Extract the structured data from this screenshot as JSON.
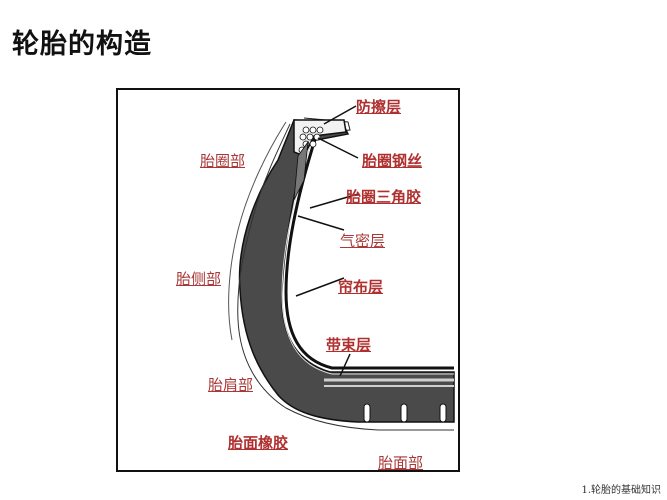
{
  "page": {
    "title": "轮胎的构造",
    "footer": "1.轮胎的基础知识"
  },
  "labels": {
    "abrasion_layer": "防擦层",
    "bead_area": "胎圈部",
    "bead_wire": "胎圈钢丝",
    "bead_apex": "胎圈三角胶",
    "inner_liner": "气密层",
    "sidewall": "胎侧部",
    "ply_layer": "帘布层",
    "belt_layer": "带束层",
    "shoulder": "胎肩部",
    "tread_rubber": "胎面橡胶",
    "tread_area": "胎面部"
  },
  "colors": {
    "label_red": "#b03030",
    "rubber_dark": "#444444",
    "outline": "#111111"
  }
}
